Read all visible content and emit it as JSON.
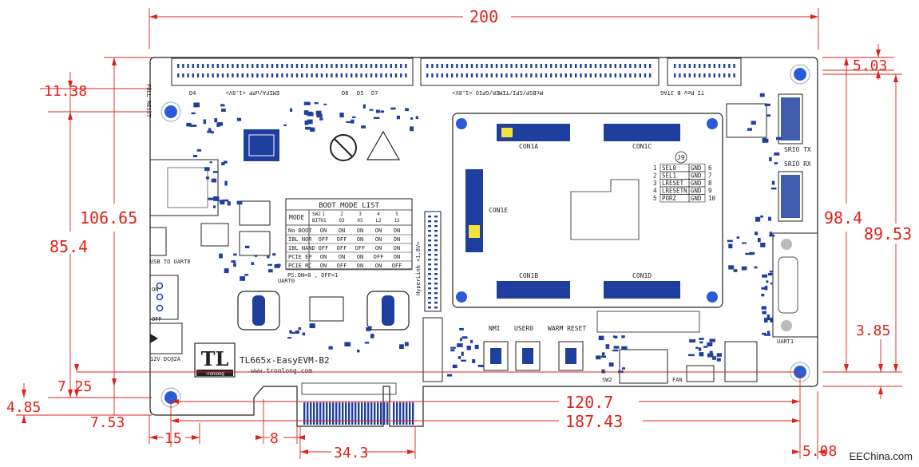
{
  "dimensions": {
    "width_200": "200",
    "d_5_03": "5.03",
    "d_11_38": "11.38",
    "d_106_65": "106.65",
    "d_85_4": "85.4",
    "d_98_4": "98.4",
    "d_89_53": "89.53",
    "d_3_85": "3.85",
    "d_7_25": "7.25",
    "d_4_85": "4.85",
    "d_7_53": "7.53",
    "d_120_7": "120.7",
    "d_187_43": "187.43",
    "d_15": "15",
    "d_8": "8",
    "d_34_3": "34.3",
    "d_5_08": "5.08"
  },
  "silkscreen": {
    "emifa_header": "EMIFA/uPP <1.8V>",
    "mcbsp_header": "McBSP/SPI/TIMER/GPIO <1.8V>",
    "jtag_header": "TI Rev B JTAG",
    "full_reset": "FULL RESET",
    "usb_to_uart": "USB TO UART0",
    "uart0": "UART0",
    "on": "ON",
    "off": "OFF",
    "power_in": "12V DC@2A",
    "board_name": "TL665x-EasyEVM-B2",
    "website": "www.tronlong.com",
    "logo_text": "TL",
    "logo_brand": "Tronlong",
    "hyperlink": "HyperLink <1.8V>",
    "nmi": "NMI",
    "user0": "USER0",
    "warm_reset": "WARM RESET",
    "sw2": "SW2",
    "fan": "FAN",
    "uart1": "UART1",
    "srio_tx": "SRIO TX",
    "srio_rx": "SRIO RX",
    "con1a": "CON1A",
    "con1b": "CON1B",
    "con1c": "CON1C",
    "con1d": "CON1D",
    "con1e": "CON1E",
    "j9": "J9",
    "d4": "D4",
    "d8": "D8",
    "d5": "D5",
    "d7": "D7",
    "ps_note": "PS:ON=0 , OFF=1"
  },
  "boot_table": {
    "title": "BOOT MODE LIST",
    "header_mode": "MODE",
    "header_sw2": "SW2",
    "header_bit": "BIT",
    "columns": [
      {
        "top": "1",
        "bottom": "01"
      },
      {
        "top": "2",
        "bottom": "03"
      },
      {
        "top": "3",
        "bottom": "05"
      },
      {
        "top": "4",
        "bottom": "L2"
      },
      {
        "top": "5",
        "bottom": "15"
      }
    ],
    "rows": [
      {
        "mode": "No BOOT",
        "values": [
          "ON",
          "ON",
          "ON",
          "ON",
          "ON"
        ]
      },
      {
        "mode": "IBL NOR",
        "values": [
          "OFF",
          "OFF",
          "ON",
          "ON",
          "ON"
        ]
      },
      {
        "mode": "IBL NAND",
        "values": [
          "OFF",
          "OFF",
          "OFF",
          "ON",
          "ON"
        ]
      },
      {
        "mode": "PCIE EP",
        "values": [
          "ON",
          "ON",
          "ON",
          "OFF",
          "ON"
        ]
      },
      {
        "mode": "PCIE RC",
        "values": [
          "ON",
          "OFF",
          "ON",
          "ON",
          "OFF"
        ]
      }
    ]
  },
  "j9_table": {
    "rows": [
      {
        "left": "1",
        "sig": "SEL0",
        "gnd": "GND",
        "right": "6"
      },
      {
        "left": "2",
        "sig": "SEL1",
        "gnd": "GND",
        "right": "7"
      },
      {
        "left": "3",
        "sig": "LRESET",
        "gnd": "GND",
        "right": "8"
      },
      {
        "left": "4",
        "sig": "LRESETN",
        "gnd": "GND",
        "right": "9"
      },
      {
        "left": "5",
        "sig": "PORZ",
        "gnd": "GND",
        "right": "10"
      }
    ]
  },
  "watermark": "EEChina.com",
  "colors": {
    "dimension": "#e0221b",
    "silkscreen": "#222222",
    "component": "#1e3f9e",
    "board_fill": "#ffffff",
    "mounting_hole": "#2b5bd7"
  }
}
